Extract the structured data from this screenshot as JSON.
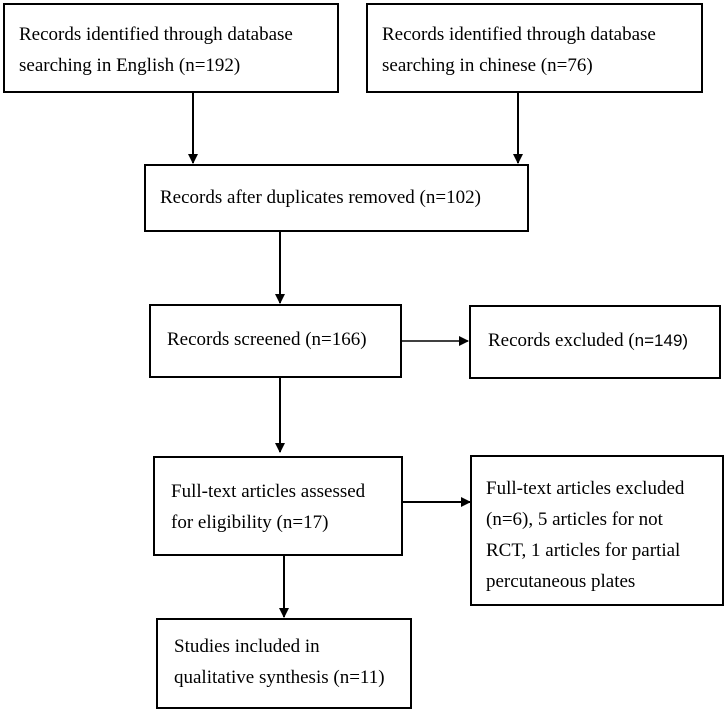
{
  "flowchart": {
    "english_search": [
      "Records identified through database",
      "searching in English (n=192)"
    ],
    "chinese_search": [
      "Records identified through database",
      "searching in chinese (n=76)"
    ],
    "duplicates_removed": "Records after duplicates removed (n=102)",
    "screened": "Records screened (n=166)",
    "excluded_prefix": "Records excluded (",
    "excluded_count": "n=149)",
    "fulltext_assessed": [
      "Full-text articles assessed",
      "for eligibility (n=17)"
    ],
    "fulltext_excluded": [
      "Full-text articles excluded",
      "(n=6), 5 articles for not",
      "RCT, 1 articles for partial",
      "percutaneous plates"
    ],
    "included": [
      "Studies included in",
      "qualitative synthesis (n=11)"
    ]
  }
}
